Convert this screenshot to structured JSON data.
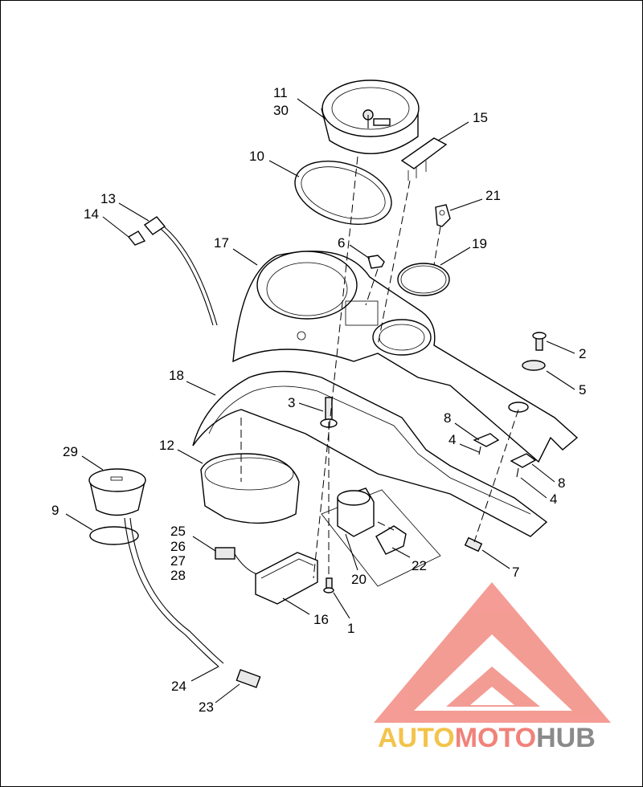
{
  "callouts": [
    {
      "id": "c11",
      "text": "11"
    },
    {
      "id": "c30",
      "text": "30"
    },
    {
      "id": "c15",
      "text": "15"
    },
    {
      "id": "c10",
      "text": "10"
    },
    {
      "id": "c13",
      "text": "13"
    },
    {
      "id": "c14",
      "text": "14"
    },
    {
      "id": "c21",
      "text": "21"
    },
    {
      "id": "c17",
      "text": "17"
    },
    {
      "id": "c6",
      "text": "6"
    },
    {
      "id": "c19",
      "text": "19"
    },
    {
      "id": "c2",
      "text": "2"
    },
    {
      "id": "c18",
      "text": "18"
    },
    {
      "id": "c5",
      "text": "5"
    },
    {
      "id": "c3",
      "text": "3"
    },
    {
      "id": "c8a",
      "text": "8"
    },
    {
      "id": "c4a",
      "text": "4"
    },
    {
      "id": "c29",
      "text": "29"
    },
    {
      "id": "c12",
      "text": "12"
    },
    {
      "id": "c8b",
      "text": "8"
    },
    {
      "id": "c4b",
      "text": "4"
    },
    {
      "id": "c9",
      "text": "9"
    },
    {
      "id": "c25",
      "text": "25"
    },
    {
      "id": "c26",
      "text": "26"
    },
    {
      "id": "c27",
      "text": "27"
    },
    {
      "id": "c28",
      "text": "28"
    },
    {
      "id": "c22",
      "text": "22"
    },
    {
      "id": "c7",
      "text": "7"
    },
    {
      "id": "c20",
      "text": "20"
    },
    {
      "id": "c16",
      "text": "16"
    },
    {
      "id": "c1",
      "text": "1"
    },
    {
      "id": "c24",
      "text": "24"
    },
    {
      "id": "c23",
      "text": "23"
    }
  ],
  "watermark": {
    "word_auto": "AUTO",
    "word_moto": "MOTO",
    "word_hub": "HUB",
    "colors": {
      "auto": "#f3c34a",
      "moto": "#f0827a",
      "hub": "#8a8a8a",
      "logo": "#f28b82"
    }
  }
}
